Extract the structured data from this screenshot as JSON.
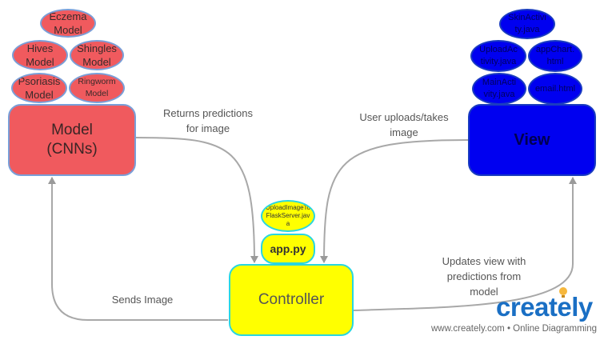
{
  "model": {
    "title": "Model\n(CNNs)",
    "submodels": [
      "Eczema\nModel",
      "Hives\nModel",
      "Shingles\nModel",
      "Psoriasis\nModel",
      "Ringworm\nModel"
    ]
  },
  "view": {
    "title": "View",
    "files": [
      "SkinActivi\nty.java",
      "UploadAc\ntivity.java",
      "appChart.\nhtml",
      "MainActi\nvity.java",
      "email.html"
    ]
  },
  "controller": {
    "title": "Controller",
    "files": [
      "UploadImageTo\nFlaskServer.jav\na",
      "app.py"
    ]
  },
  "edges": {
    "returns": "Returns predictions\nfor image",
    "uploads": "User uploads/takes\nimage",
    "sends": "Sends Image",
    "updates": "Updates view with\npredictions from\nmodel"
  },
  "branding": {
    "logo": "creately",
    "footer": "www.creately.com • Online Diagramming"
  },
  "colors": {
    "model": "#f05a5e",
    "view": "#0000f0",
    "controller": "#ffff00",
    "logo": "#1a6fc4"
  }
}
